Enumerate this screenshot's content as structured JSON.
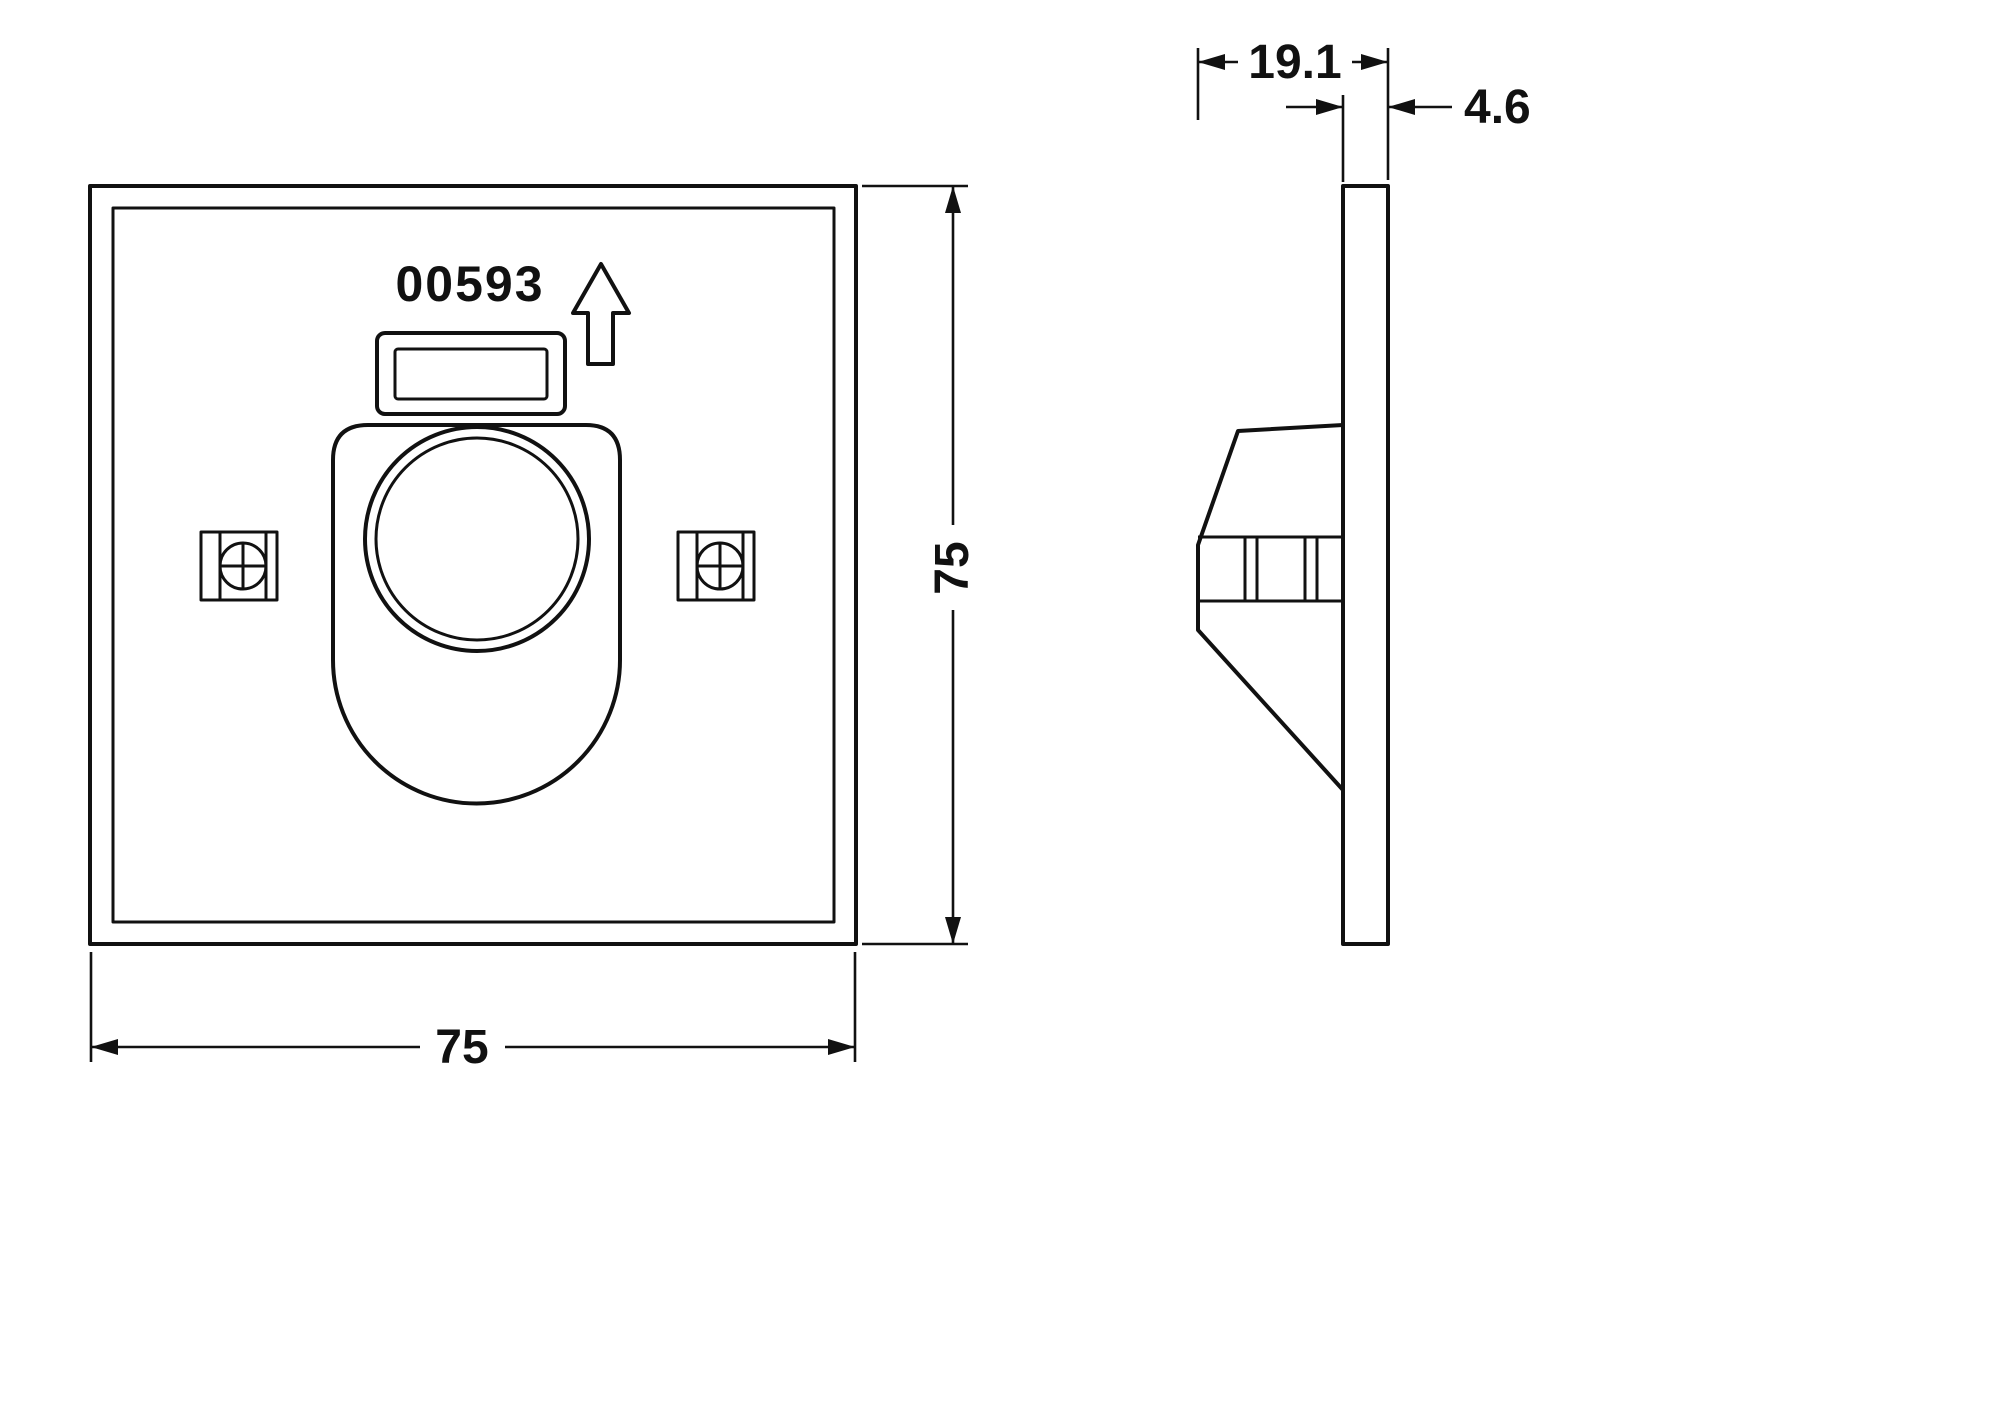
{
  "page": {
    "background": "#ffffff",
    "line_color": "#111111"
  },
  "drawing": {
    "part_number": "00593",
    "front_view": {
      "width_dim": "75",
      "height_dim": "75"
    },
    "side_view": {
      "depth_dim": "19.1",
      "thickness_dim": "4.6"
    }
  }
}
